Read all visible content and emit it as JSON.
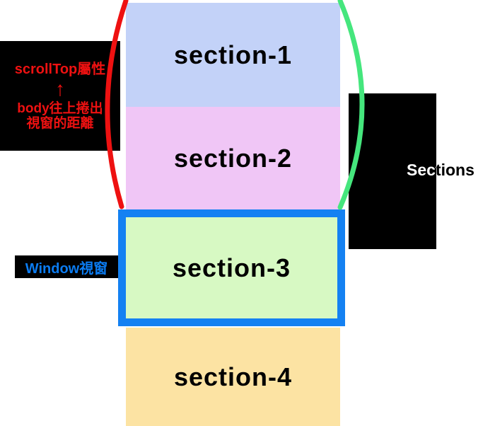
{
  "sections": [
    {
      "label": "section-1"
    },
    {
      "label": "section-2"
    },
    {
      "label": "section-3"
    },
    {
      "label": "section-4"
    }
  ],
  "annotations": {
    "scrolltop_label": {
      "line1": "scrollTop屬性",
      "arrow": "↑",
      "line2": "body往上捲出",
      "line3": "視窗的距離"
    },
    "window_label": "Window視窗",
    "sections_label": "Sections"
  },
  "colors": {
    "section1_bg": "#c3d2f8",
    "section2_bg": "#f0c6f6",
    "section3_bg": "#d7f9c3",
    "section3_border": "#1481f2",
    "section4_bg": "#fce3a3",
    "scrolltop_curve": "#ee1111",
    "offset_curve": "#45e67d",
    "scrolltop_text": "#ee1111",
    "window_label_text": "#0b7cf2",
    "label_box_bg": "#000000"
  }
}
